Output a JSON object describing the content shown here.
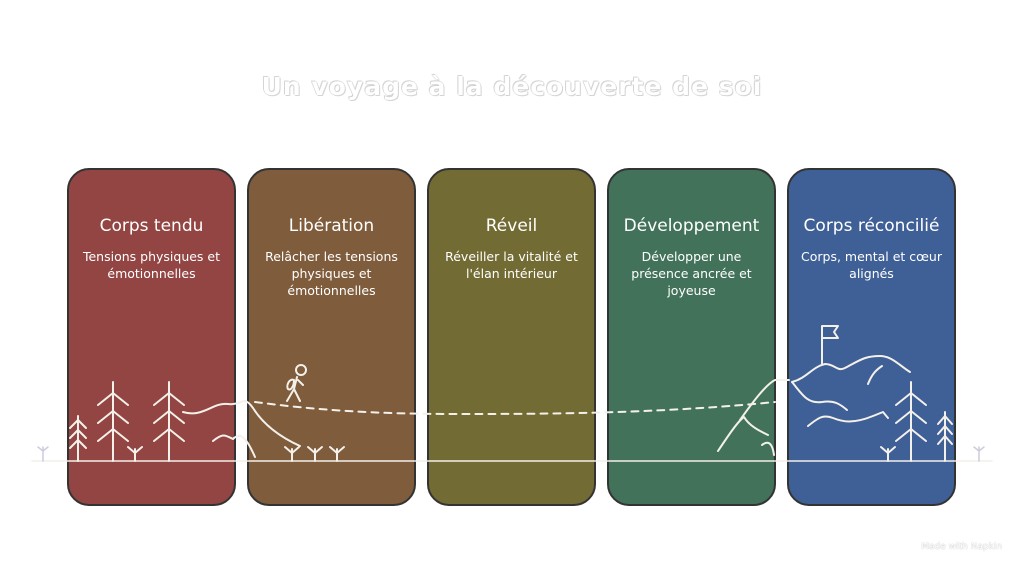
{
  "title": "Un voyage à la découverte de soi",
  "stages": [
    {
      "title": "Corps tendu",
      "description": "Tensions physiques et émotionnelles",
      "color": "#924542"
    },
    {
      "title": "Libération",
      "description": "Relâcher les tensions physiques et émotionnelles",
      "color": "#7f5c3c"
    },
    {
      "title": "Réveil",
      "description": "Réveiller la vitalité et l'élan intérieur",
      "color": "#736b34"
    },
    {
      "title": "Développement",
      "description": "Développer une présence ancrée et joyeuse",
      "color": "#42735a"
    },
    {
      "title": "Corps réconcilié",
      "description": "Corps, mental et cœur alignés",
      "color": "#3f6096"
    }
  ],
  "footer": "Made with Napkin"
}
